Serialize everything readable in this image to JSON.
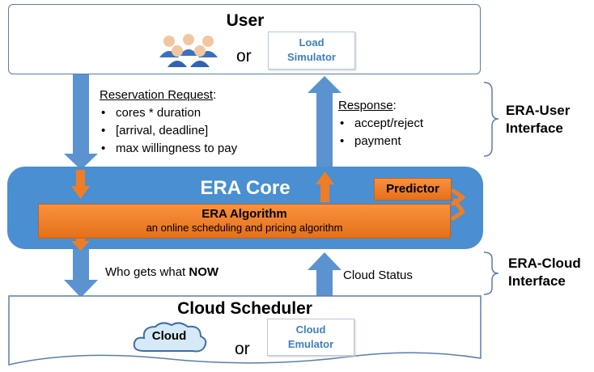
{
  "user": {
    "title": "User",
    "or_label": "or",
    "load_simulator": {
      "line1": "Load",
      "line2": "Simulator"
    },
    "users_icon": "group-of-people-icon"
  },
  "reservation": {
    "heading": "Reservation Request",
    "colon": ":",
    "items": [
      "cores * duration",
      "[arrival, deadline]",
      "max willingness to pay"
    ]
  },
  "response": {
    "heading": "Response",
    "colon": ":",
    "items": [
      "accept/reject",
      "payment"
    ]
  },
  "era_user_interface": {
    "line1": "ERA-User",
    "line2": "Interface"
  },
  "core": {
    "title": "ERA Core",
    "predictor": "Predictor",
    "algorithm_title": "ERA Algorithm",
    "algorithm_subtitle": "an online scheduling and pricing algorithm"
  },
  "who_gets": {
    "prefix": "Who gets what ",
    "emphasis": "NOW"
  },
  "cloud_status": "Cloud Status",
  "era_cloud_interface": {
    "line1": "ERA-Cloud",
    "line2": "Interface"
  },
  "scheduler": {
    "title": "Cloud Scheduler",
    "cloud_label": "Cloud",
    "or_label": "or",
    "cloud_emulator": {
      "line1": "Cloud",
      "line2": "Emulator"
    }
  },
  "colors": {
    "arrow_blue": "#5b93d1",
    "core_blue": "#4a8fd1",
    "orange": "#f07d25",
    "box_border": "#5a7ea8"
  }
}
